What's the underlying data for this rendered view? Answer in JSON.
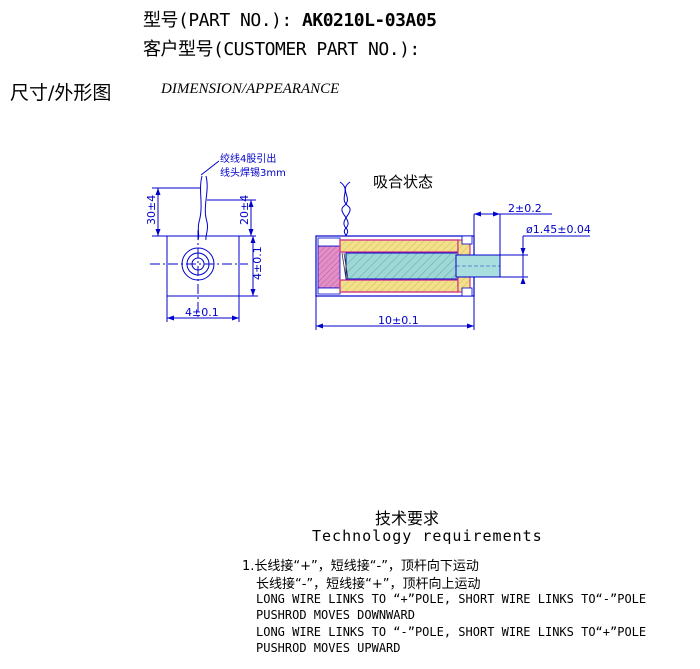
{
  "header": {
    "part_no_label": "型号(PART NO.): ",
    "part_no_value": "AK0210L-03A05",
    "customer_part_label": "客户型号(CUSTOMER PART NO.):"
  },
  "section": {
    "title_cn": "尺寸/外形图",
    "title_en": "DIMENSION/APPEARANCE"
  },
  "drawing": {
    "wire_note_line1": "绞线4股引出",
    "wire_note_line2": "线头焊锡3mm",
    "state_label": "吸合状态",
    "dims": {
      "front_wire_len": "30±4",
      "front_wire_len2": "20±4",
      "front_height": "4±0.1",
      "front_width": "4±0.1",
      "side_stroke": "2±0.2",
      "side_rod_dia": "ø1.45±0.04",
      "side_length": "10±0.1"
    },
    "colors": {
      "line": "#0000cc",
      "core": "#9fd6d6",
      "coil": "#f2e18a",
      "coil_border": "#d23a8c",
      "end_cap": "#e38fc7",
      "rod": "#a8dede"
    }
  },
  "requirements": {
    "title_cn": "技术要求",
    "title_en": "Technology  requirements",
    "lines": [
      "1.长线接“+”，短线接“-”，顶杆向下运动",
      "长线接“-”，短线接“+”，顶杆向上运动",
      "LONG WIRE LINKS TO “+”POLE, SHORT WIRE LINKS TO“-”POLE",
      "PUSHROD MOVES DOWNWARD",
      "LONG WIRE LINKS TO “-”POLE, SHORT WIRE LINKS TO“+”POLE",
      "PUSHROD MOVES UPWARD"
    ]
  }
}
